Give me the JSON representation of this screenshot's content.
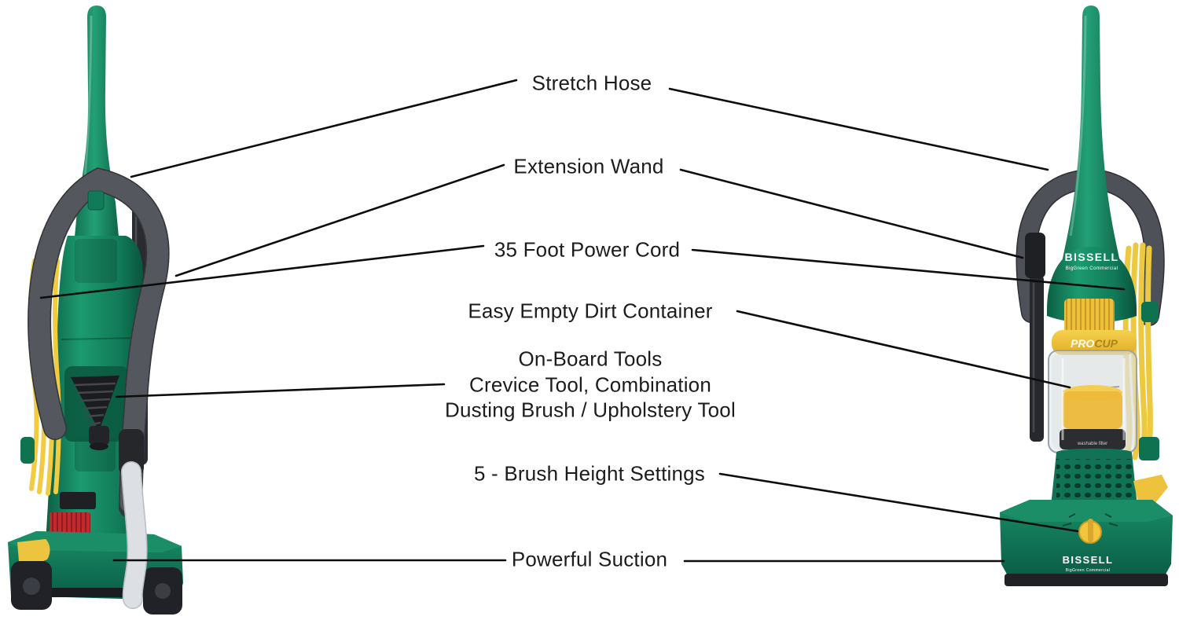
{
  "figure": {
    "type": "product-feature-diagram",
    "background": "#ffffff"
  },
  "callouts": {
    "stretch_hose": "Stretch Hose",
    "extension_wand": "Extension Wand",
    "power_cord": "35 Foot Power Cord",
    "dirt_container": "Easy Empty Dirt Container",
    "onboard_tools": [
      "On-Board Tools",
      "Crevice Tool, Combination",
      "Dusting Brush / Upholstery Tool"
    ],
    "brush_height": "5 - Brush Height Settings",
    "powerful_suction": "Powerful Suction"
  },
  "right_vacuum_text": {
    "hood_brand": "BISSELL",
    "hood_sub": "BigGreen Commercial",
    "cup_pro": "PRO",
    "cup_cup": "CUP",
    "cup_note": "washable filter",
    "base_brand": "BISSELL",
    "base_sub": "BigGreen Commercial"
  },
  "colors": {
    "body_green": "#147a59",
    "body_green_dark": "#0b5c42",
    "body_green_light": "#209a72",
    "cord_yellow": "#f1cc42",
    "accent_yellow": "#f2c53b",
    "hose_dark": "#34363b",
    "hose_light": "#b9bec6",
    "red_accent": "#c4292e",
    "callout_line": "#0d0d0d",
    "callout_text": "#1c1c1c"
  }
}
